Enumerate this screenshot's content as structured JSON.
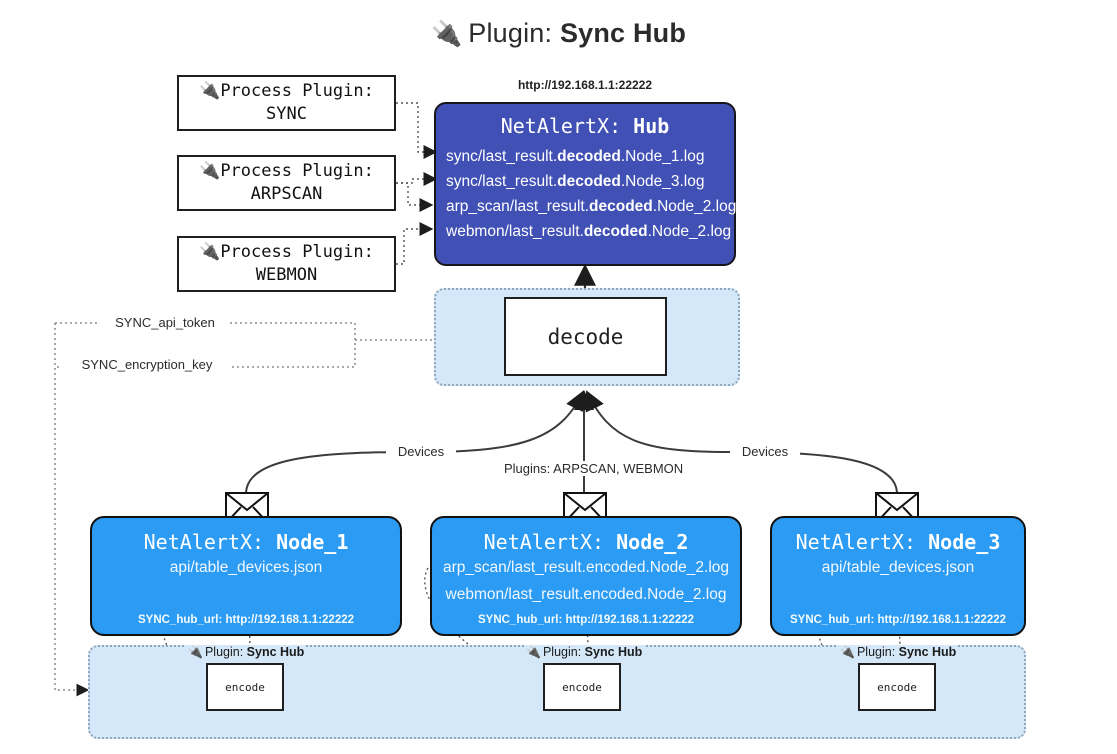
{
  "title": {
    "icon": "plug-icon",
    "prefix": "Plugin:",
    "name": "Sync Hub"
  },
  "process_plugins": [
    {
      "icon": "plug-icon",
      "line1": "Process Plugin:",
      "line2": "SYNC"
    },
    {
      "icon": "plug-icon",
      "line1": "Process Plugin:",
      "line2": "ARPSCAN"
    },
    {
      "icon": "plug-icon",
      "line1": "Process Plugin:",
      "line2": "WEBMON"
    }
  ],
  "hub": {
    "url_label": "http://192.168.1.1:22222",
    "title_prefix": "NetAlertX:",
    "title_name": "Hub",
    "color": "#4050b5",
    "rows": [
      {
        "pre": "sync/last_result.",
        "bold": "decoded",
        "post": ".Node_1.log"
      },
      {
        "pre": "sync/last_result.",
        "bold": "decoded",
        "post": ".Node_3.log"
      },
      {
        "pre": "arp_scan/last_result.",
        "bold": "decoded",
        "post": ".Node_2.log"
      },
      {
        "pre": "webmon/last_result.",
        "bold": "decoded",
        "post": ".Node_2.log"
      }
    ]
  },
  "decode": {
    "label": "decode",
    "container_color": "#d4e8f9"
  },
  "secrets": [
    {
      "label": "SYNC_api_token"
    },
    {
      "label": "SYNC_encryption_key"
    }
  ],
  "edge_labels": {
    "left_devices": "Devices",
    "center_plugins": "Plugins: ARPSCAN, WEBMON",
    "right_devices": "Devices"
  },
  "nodes": [
    {
      "title_prefix": "NetAlertX:",
      "title_name": "Node_1",
      "color": "#2b9bf4",
      "lines": [
        "api/table_devices.json"
      ],
      "footer": "SYNC_hub_url: http://192.168.1.1:22222",
      "icon": "envelope-icon"
    },
    {
      "title_prefix": "NetAlertX:",
      "title_name": "Node_2",
      "color": "#2b9bf4",
      "lines": [
        "arp_scan/last_result.encoded.Node_2.log",
        "webmon/last_result.encoded.Node_2.log"
      ],
      "footer": "SYNC_hub_url: http://192.168.1.1:22222",
      "icon": "envelope-icon"
    },
    {
      "title_prefix": "NetAlertX:",
      "title_name": "Node_3",
      "color": "#2b9bf4",
      "lines": [
        "api/table_devices.json"
      ],
      "footer": "SYNC_hub_url: http://192.168.1.1:22222",
      "icon": "envelope-icon"
    }
  ],
  "encoders": [
    {
      "caption_prefix": "Plugin:",
      "caption_name": "Sync Hub",
      "label": "encode",
      "icon": "plug-icon"
    },
    {
      "caption_prefix": "Plugin:",
      "caption_name": "Sync Hub",
      "label": "encode",
      "icon": "plug-icon"
    },
    {
      "caption_prefix": "Plugin:",
      "caption_name": "Sync Hub",
      "label": "encode",
      "icon": "plug-icon"
    }
  ]
}
